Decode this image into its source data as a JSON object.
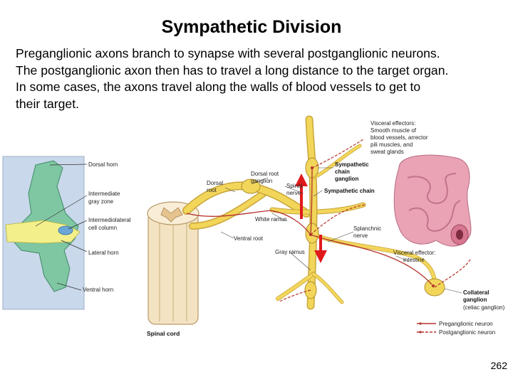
{
  "title": "Sympathetic Division",
  "paragraph": [
    "Preganglionic axons branch to synapse with several postganglionic neurons.",
    "The postganglionic axon then has to travel a long distance to the target organ.",
    "In some cases, the axons travel along the walls of blood vessels to get to",
    "their target."
  ],
  "page_number": "262",
  "inset_labels": {
    "dorsal_horn": "Dorsal horn",
    "intermediate_gray": [
      "Intermediate",
      "gray zone"
    ],
    "intermediolateral": [
      "Intermediolateral",
      "cell column"
    ],
    "lateral_horn": "Lateral horn",
    "ventral_horn": "Ventral horn"
  },
  "diagram_labels": {
    "visceral_effectors": [
      "Visceral effectors:",
      "Smooth muscle of",
      "blood vessels, arrector",
      "pili muscles, and",
      "sweat glands"
    ],
    "sympathetic_chain_ganglion": [
      "Sympathetic",
      "chain",
      "ganglion"
    ],
    "dorsal_root_ganglion": [
      "Dorsal root",
      "ganglion"
    ],
    "dorsal_root": [
      "Dorsal",
      "root"
    ],
    "spinal_nerve": [
      "Spinal",
      "nerve"
    ],
    "sympathetic_chain": "Sympathetic chain",
    "white_ramus": "White ramus",
    "ventral_root": "Ventral root",
    "splanchnic_nerve": [
      "Splanchnic",
      "nerve"
    ],
    "gray_ramus": "Gray ramus",
    "visceral_effector_intestine": [
      "Visceral effector:",
      "intestine"
    ],
    "collateral_ganglion": [
      "Collateral",
      "ganglion"
    ],
    "celiac_ganglion": "(celiac ganglion)",
    "spinal_cord": "Spinal cord",
    "legend_pre": "Preganglionic neuron",
    "legend_post": "Postganglionic neuron"
  },
  "colors": {
    "nerve": "#f2d65a",
    "nerve_edge": "#c9a53a",
    "pre_neuron": "#b5312c",
    "arrow": "#e0191b",
    "intestine": "#e9a3b4",
    "inset_green": "#7fc7a3",
    "inset_blue": "#6aa6d6",
    "inset_yellow": "#f3ef8a"
  }
}
